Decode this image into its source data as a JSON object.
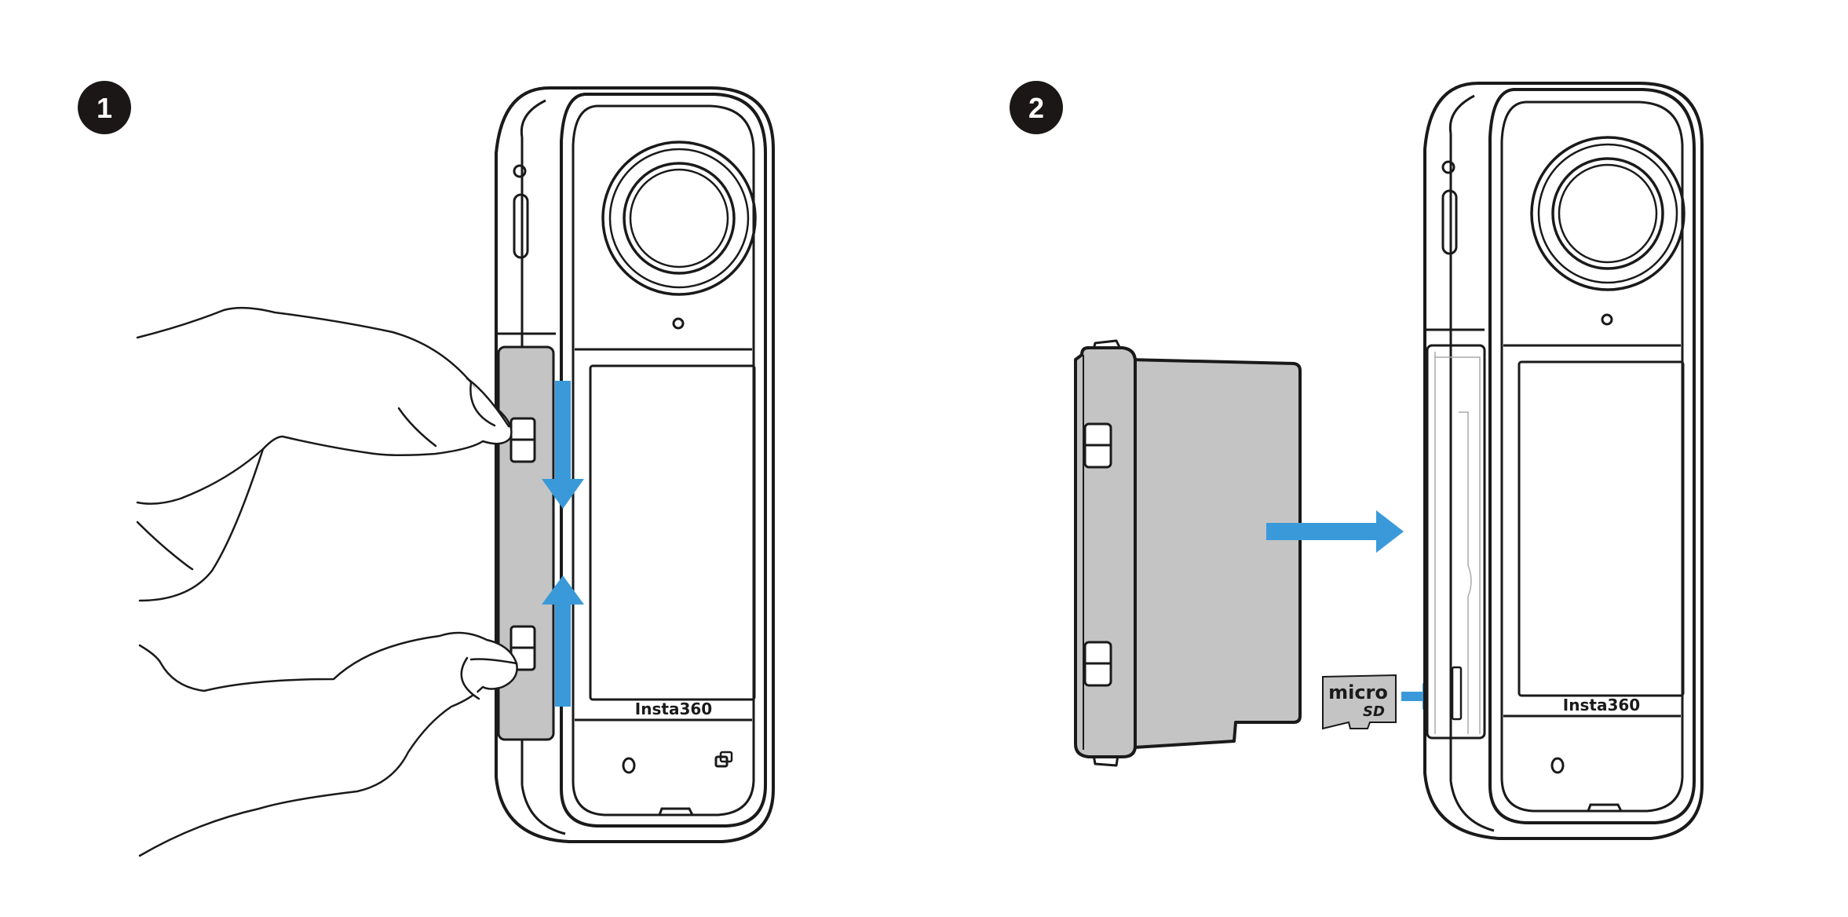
{
  "steps": [
    {
      "number": "1"
    },
    {
      "number": "2"
    }
  ],
  "camera": {
    "brand": "Insta360"
  },
  "sd_card": {
    "micro": "micro",
    "sd": "SD"
  },
  "colors": {
    "arrow": "#3a9ad9",
    "battery_fill": "#c4c4c4",
    "outline": "#1a1a1a",
    "badge": "#1c1717"
  }
}
